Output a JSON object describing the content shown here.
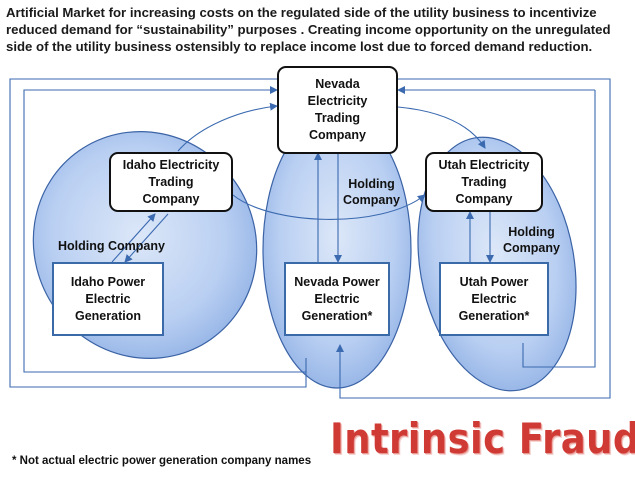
{
  "intro_lines": [
    "Artificial Market for increasing costs on the regulated side of the utility business  to incentivize",
    "reduced demand for “sustainability” purposes .  Creating income opportunity on the unregulated",
    "side of the utility business ostensibly to replace income lost  due to forced demand reduction."
  ],
  "nodes": {
    "nevada_trading": [
      "Nevada",
      "Electricity",
      "Trading",
      "Company"
    ],
    "idaho_trading": [
      "Idaho Electricity",
      "Trading",
      "Company"
    ],
    "utah_trading": [
      "Utah Electricity",
      "Trading",
      "Company"
    ],
    "idaho_power": [
      "Idaho Power",
      "Electric",
      "Generation"
    ],
    "nevada_power": [
      "Nevada Power",
      "Electric",
      "Generation*"
    ],
    "utah_power": [
      "Utah Power",
      "Electric",
      "Generation*"
    ]
  },
  "labels": {
    "idaho_holding": "Holding Company",
    "nevada_holding": [
      "Holding",
      "Company"
    ],
    "utah_holding": [
      "Holding",
      "Company"
    ]
  },
  "footnote": "* Not actual electric power generation company names",
  "stamp": "Intrinsic Fraud",
  "colors": {
    "ellipse_fill": "#a9c4ee",
    "ellipse_stroke": "#3b63a6",
    "connector": "#3b6ab0",
    "stamp": "#d03a35"
  }
}
